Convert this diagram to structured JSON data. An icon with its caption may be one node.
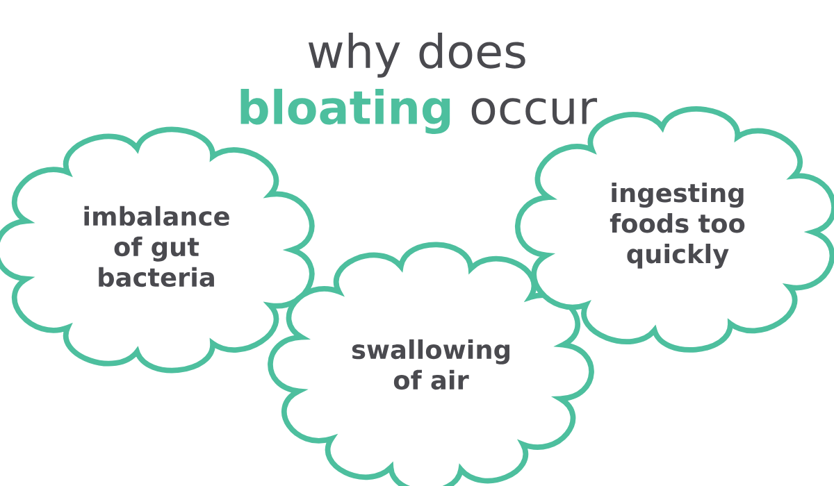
{
  "diagram": {
    "title": "why does **bloating** occur",
    "nodes": [
      {
        "text": [
          "imbalance of gut bacteria"
        ]
      },
      {
        "text": [
          "swallowing of air"
        ]
      },
      {
        "text": [
          "ingesting foods too quickly"
        ]
      }
    ]
  }
}
